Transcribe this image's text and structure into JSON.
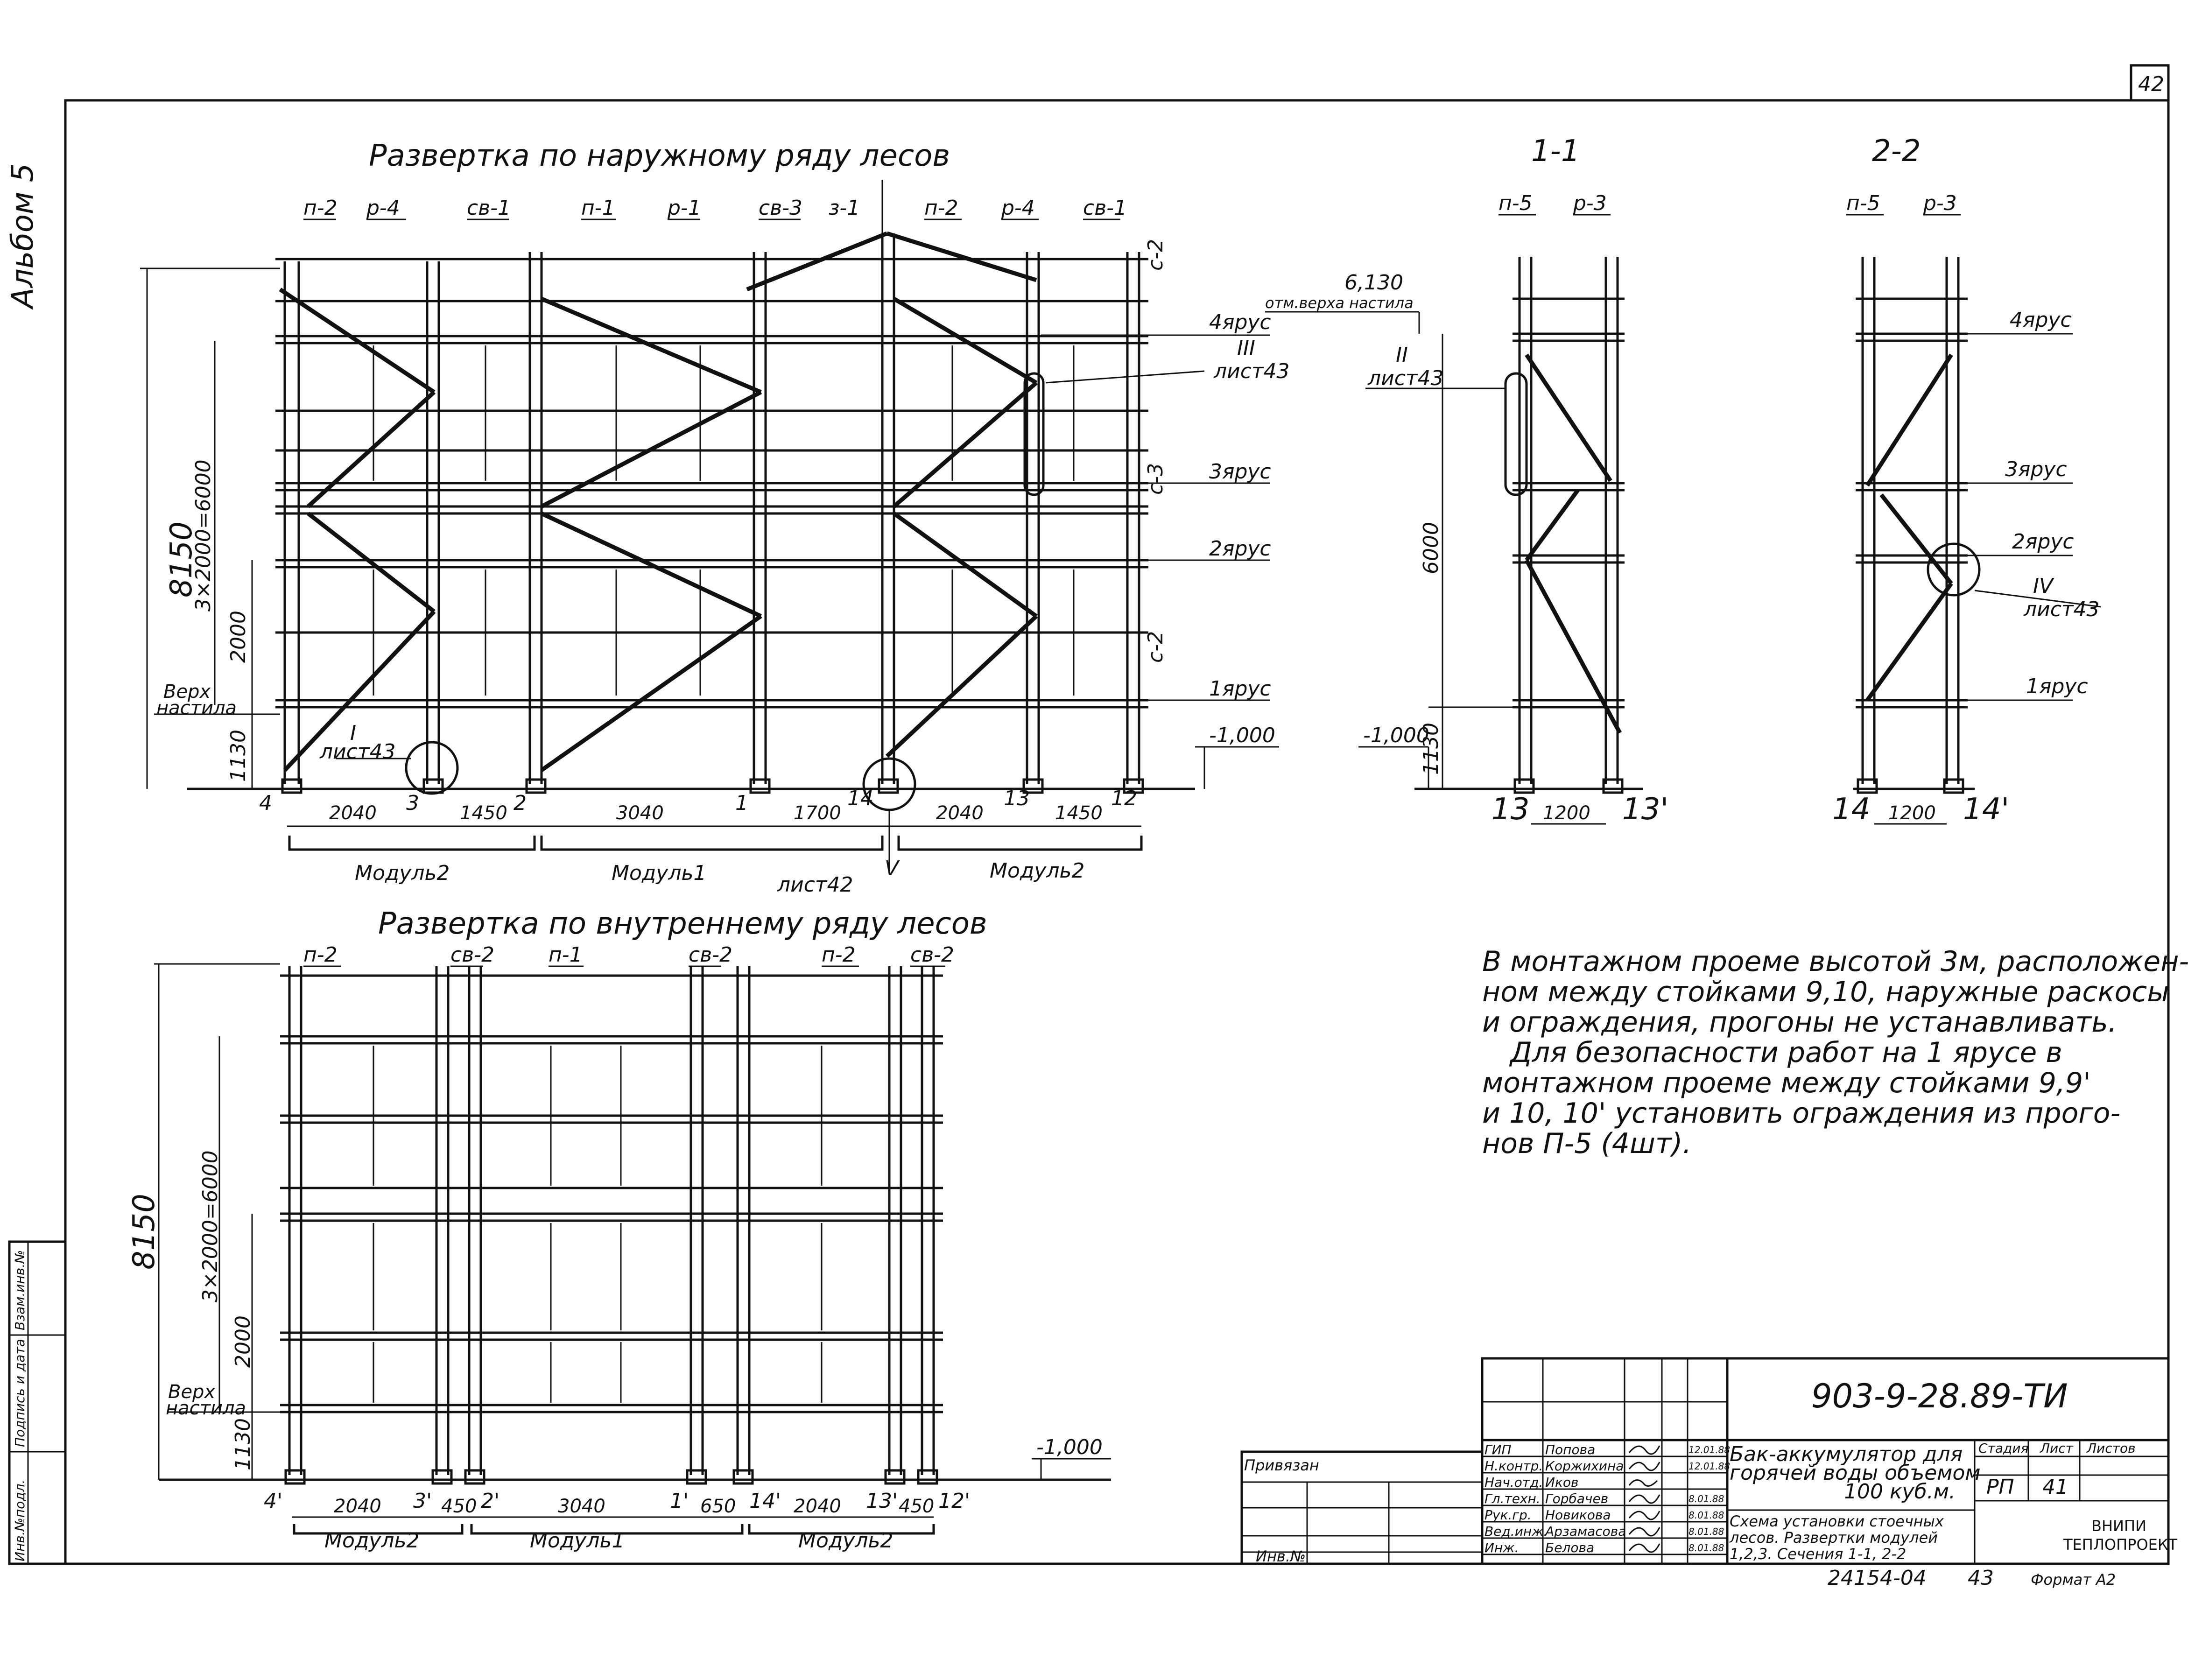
{
  "sheet": {
    "number": "42",
    "album": "Альбом 5"
  },
  "outer": {
    "title": "Развертка по наружному ряду лесов",
    "top_labels": [
      "п-2",
      "р-4",
      "св-1",
      "п-1",
      "р-1",
      "св-3",
      "з-1",
      "п-2",
      "р-4",
      "св-1"
    ],
    "side_labels": [
      "с-2",
      "с-3",
      "с-2"
    ],
    "tiers": [
      "4ярус",
      "3ярус",
      "2ярус",
      "1ярус"
    ],
    "callouts": {
      "III_num": "III",
      "III_sheet": "лист43",
      "I_num": "I",
      "I_sheet": "лист43",
      "V_num": "V",
      "V_sheet": "лист42"
    },
    "elev_top": "6,130",
    "elev_top_note": "отм.верха настила",
    "elev_bottom": "-1,000",
    "dims_v": [
      "8150",
      "3×2000=6000",
      "2000",
      "1130"
    ],
    "deck_label": [
      "Верх",
      "настила"
    ],
    "post_nums": [
      "4",
      "3",
      "2",
      "1",
      "14",
      "13",
      "12"
    ],
    "spans": [
      "2040",
      "1450",
      "3040",
      "1700",
      "2040",
      "1450"
    ],
    "modules": [
      "Модуль2",
      "Модуль1",
      "Модуль2"
    ]
  },
  "inner": {
    "title": "Развертка по внутреннему ряду лесов",
    "top_labels": [
      "п-2",
      "св-2",
      "п-1",
      "св-2",
      "п-2",
      "св-2"
    ],
    "dims_v": [
      "8150",
      "3×2000=6000",
      "2000",
      "1130"
    ],
    "deck_label": [
      "Верх",
      "настила"
    ],
    "elev_bottom": "-1,000",
    "post_nums": [
      "4'",
      "3'",
      "2'",
      "1'",
      "14'",
      "13'",
      "12'"
    ],
    "spans": [
      "2040",
      "450",
      "3040",
      "650",
      "2040",
      "450"
    ],
    "modules": [
      "Модуль2",
      "Модуль1",
      "Модуль2"
    ]
  },
  "section1": {
    "title": "1-1",
    "top_labels": [
      "п-5",
      "р-3"
    ],
    "elev_top": "6,130",
    "elev_top_note": "отм.верха настила",
    "elev_bottom": "-1,000",
    "callout_num": "II",
    "callout_sheet": "лист43",
    "dims_v": [
      "6000",
      "1130"
    ],
    "post_left": "13",
    "span": "1200",
    "post_right": "13'"
  },
  "section2": {
    "title": "2-2",
    "top_labels": [
      "п-5",
      "р-3"
    ],
    "tiers": [
      "4ярус",
      "3ярус",
      "2ярус",
      "1ярус"
    ],
    "callout_num": "IV",
    "callout_sheet": "лист43",
    "post_left": "14",
    "span": "1200",
    "post_right": "14'"
  },
  "note": [
    "В монтажном проеме высотой 3м, расположен-",
    "ном между стойками 9,10, наружные раскосы",
    "и ограждения, прогоны не устанавливать.",
    "Для безопасности работ на 1 ярусе в",
    "монтажном проеме между стойками 9,9'",
    "и 10, 10' установить ограждения из прого-",
    "нов П-5 (4шт)."
  ],
  "titleblock": {
    "code": "903-9-28.89-ТИ",
    "bound": "Привязан",
    "inv": "Инв.№",
    "roles": [
      "ГИП",
      "Н.контр.",
      "Нач.отд.",
      "Гл.техн.",
      "Рук.гр.",
      "Вед.инж.",
      "Инж."
    ],
    "names": [
      "Попова",
      "Коржихина",
      "Иков",
      "Горбачев",
      "Новикова",
      "Арзамасова",
      "Белова"
    ],
    "dates": [
      "12.01.88",
      "12.01.88",
      "",
      "8.01.88",
      "8.01.88",
      "8.01.88",
      "8.01.88"
    ],
    "object": [
      "Бак-аккумулятор для",
      "горячей воды объемом",
      "100 куб.м."
    ],
    "sheet_desc": [
      "Схема установки стоечных",
      "лесов. Развертки модулей",
      "1,2,3. Сечения 1-1, 2-2"
    ],
    "stage_hdr": "Стадия",
    "sheet_hdr": "Лист",
    "sheets_hdr": "Листов",
    "stage": "РП",
    "sheet_no": "41",
    "org": [
      "ВНИПИ",
      "ТЕПЛОПРОЕКТ"
    ]
  },
  "footer": {
    "order": "24154-04",
    "page": "43",
    "format": "Формат А2"
  },
  "left_strip": [
    "Инв.№подл.",
    "Подпись и дата",
    "Взам.инв.№"
  ]
}
